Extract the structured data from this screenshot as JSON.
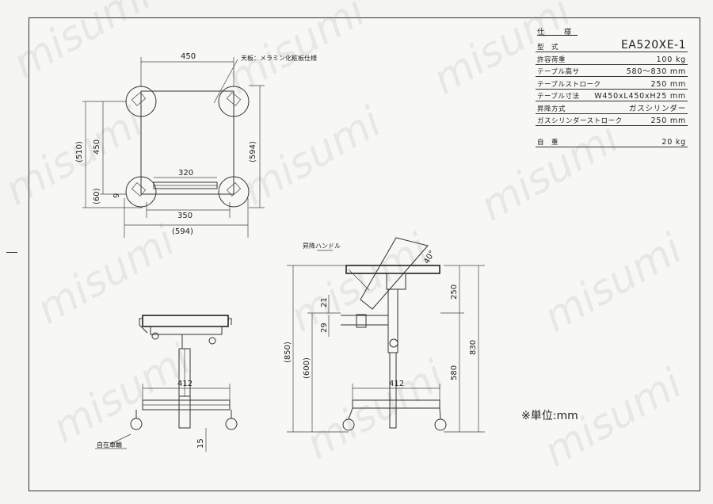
{
  "watermark": "misumi",
  "spec": {
    "heading": "仕　様",
    "rows": [
      {
        "label": "型　式",
        "value": "EA520XE-1"
      },
      {
        "label": "許容荷重",
        "value": "100 kg"
      },
      {
        "label": "テーブル高サ",
        "value": "580～830 mm"
      },
      {
        "label": "テーブルストローク",
        "value": "250 mm"
      },
      {
        "label": "テーブル寸法",
        "value": "W450xL450xH25 mm"
      },
      {
        "label": "昇降方式",
        "value": "ガスシリンダー"
      },
      {
        "label": "ガスシリンダーストローク",
        "value": "250 mm"
      },
      {
        "label": "自　重",
        "value": "20 kg"
      }
    ]
  },
  "top_view": {
    "dims": {
      "top": "450",
      "left_inner": "450",
      "left_outer": "(510)",
      "left_bottom": "(60)",
      "small": "9",
      "handle": "320",
      "base_inner": "350",
      "base_outer": "(594)",
      "right": "(594)"
    },
    "note": "天板：メラミン化粧板仕様"
  },
  "front_view": {
    "dims": {
      "base": "412",
      "floor": "15"
    },
    "note": "自在車輪"
  },
  "side_view": {
    "dims": {
      "total": "(850)",
      "min": "(600)",
      "step1": "21",
      "step2": "29",
      "base": "412",
      "stroke": "250",
      "max": "830",
      "low": "580",
      "angle": "40°"
    },
    "note": "昇降ハンドル"
  },
  "unit_note": "※単位:mm"
}
